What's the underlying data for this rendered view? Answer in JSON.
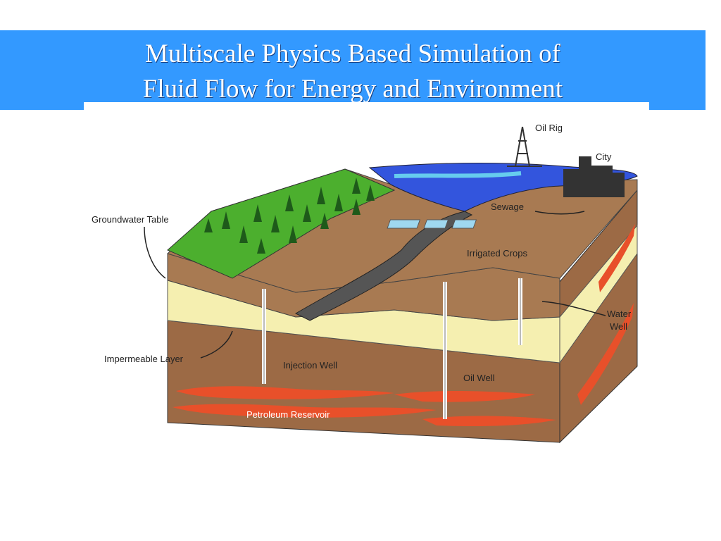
{
  "slide": {
    "title_line1": "Multiscale Physics Based Simulation of",
    "title_line2": "Fluid Flow for Energy and Environment"
  },
  "diagram": {
    "labels": {
      "oil_rig": "Oil Rig",
      "city": "City",
      "sewage": "Sewage",
      "groundwater_table": "Groundwater Table",
      "irrigated_crops": "Irrigated Crops",
      "water_well_line1": "Water",
      "water_well_line2": "Well",
      "impermeable_layer": "Impermeable Layer",
      "injection_well": "Injection Well",
      "oil_well": "Oil Well",
      "petroleum_reservoir": "Petroleum Reservoir"
    },
    "colors": {
      "banner": "#3399ff",
      "forest": "#4caf2e",
      "soil": "#a87a52",
      "aquifer": "#f5efb0",
      "deep_layer": "#9c6a45",
      "reservoir": "#e8502a",
      "water": "#3355dd"
    }
  }
}
